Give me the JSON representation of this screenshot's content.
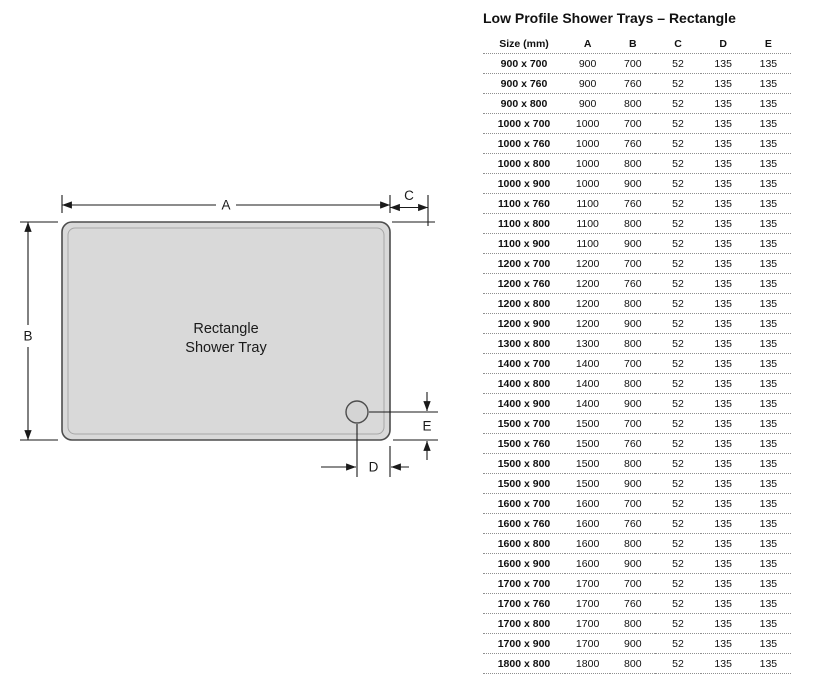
{
  "diagram": {
    "tray_label_line1": "Rectangle",
    "tray_label_line2": "Shower Tray",
    "dims": {
      "a": "A",
      "b": "B",
      "c": "C",
      "d": "D",
      "e": "E"
    }
  },
  "table": {
    "title": "Low Profile Shower Trays – Rectangle",
    "headers": [
      "Size (mm)",
      "A",
      "B",
      "C",
      "D",
      "E"
    ],
    "rows": [
      {
        "size": "900 x 700",
        "a": "900",
        "b": "700",
        "c": "52",
        "d": "135",
        "e": "135"
      },
      {
        "size": "900 x 760",
        "a": "900",
        "b": "760",
        "c": "52",
        "d": "135",
        "e": "135"
      },
      {
        "size": "900 x 800",
        "a": "900",
        "b": "800",
        "c": "52",
        "d": "135",
        "e": "135"
      },
      {
        "size": "1000 x 700",
        "a": "1000",
        "b": "700",
        "c": "52",
        "d": "135",
        "e": "135"
      },
      {
        "size": "1000 x 760",
        "a": "1000",
        "b": "760",
        "c": "52",
        "d": "135",
        "e": "135"
      },
      {
        "size": "1000 x 800",
        "a": "1000",
        "b": "800",
        "c": "52",
        "d": "135",
        "e": "135"
      },
      {
        "size": "1000 x 900",
        "a": "1000",
        "b": "900",
        "c": "52",
        "d": "135",
        "e": "135"
      },
      {
        "size": "1100 x 760",
        "a": "1100",
        "b": "760",
        "c": "52",
        "d": "135",
        "e": "135"
      },
      {
        "size": "1100 x 800",
        "a": "1100",
        "b": "800",
        "c": "52",
        "d": "135",
        "e": "135"
      },
      {
        "size": "1100 x 900",
        "a": "1100",
        "b": "900",
        "c": "52",
        "d": "135",
        "e": "135"
      },
      {
        "size": "1200 x 700",
        "a": "1200",
        "b": "700",
        "c": "52",
        "d": "135",
        "e": "135"
      },
      {
        "size": "1200 x 760",
        "a": "1200",
        "b": "760",
        "c": "52",
        "d": "135",
        "e": "135"
      },
      {
        "size": "1200 x 800",
        "a": "1200",
        "b": "800",
        "c": "52",
        "d": "135",
        "e": "135"
      },
      {
        "size": "1200 x 900",
        "a": "1200",
        "b": "900",
        "c": "52",
        "d": "135",
        "e": "135"
      },
      {
        "size": "1300 x 800",
        "a": "1300",
        "b": "800",
        "c": "52",
        "d": "135",
        "e": "135"
      },
      {
        "size": "1400 x 700",
        "a": "1400",
        "b": "700",
        "c": "52",
        "d": "135",
        "e": "135"
      },
      {
        "size": "1400 x 800",
        "a": "1400",
        "b": "800",
        "c": "52",
        "d": "135",
        "e": "135"
      },
      {
        "size": "1400 x 900",
        "a": "1400",
        "b": "900",
        "c": "52",
        "d": "135",
        "e": "135"
      },
      {
        "size": "1500 x 700",
        "a": "1500",
        "b": "700",
        "c": "52",
        "d": "135",
        "e": "135"
      },
      {
        "size": "1500 x 760",
        "a": "1500",
        "b": "760",
        "c": "52",
        "d": "135",
        "e": "135"
      },
      {
        "size": "1500 x 800",
        "a": "1500",
        "b": "800",
        "c": "52",
        "d": "135",
        "e": "135"
      },
      {
        "size": "1500 x 900",
        "a": "1500",
        "b": "900",
        "c": "52",
        "d": "135",
        "e": "135"
      },
      {
        "size": "1600 x 700",
        "a": "1600",
        "b": "700",
        "c": "52",
        "d": "135",
        "e": "135"
      },
      {
        "size": "1600 x 760",
        "a": "1600",
        "b": "760",
        "c": "52",
        "d": "135",
        "e": "135"
      },
      {
        "size": "1600 x 800",
        "a": "1600",
        "b": "800",
        "c": "52",
        "d": "135",
        "e": "135"
      },
      {
        "size": "1600 x 900",
        "a": "1600",
        "b": "900",
        "c": "52",
        "d": "135",
        "e": "135"
      },
      {
        "size": "1700 x 700",
        "a": "1700",
        "b": "700",
        "c": "52",
        "d": "135",
        "e": "135"
      },
      {
        "size": "1700 x 760",
        "a": "1700",
        "b": "760",
        "c": "52",
        "d": "135",
        "e": "135"
      },
      {
        "size": "1700 x 800",
        "a": "1700",
        "b": "800",
        "c": "52",
        "d": "135",
        "e": "135"
      },
      {
        "size": "1700 x 900",
        "a": "1700",
        "b": "900",
        "c": "52",
        "d": "135",
        "e": "135"
      },
      {
        "size": "1800 x 800",
        "a": "1800",
        "b": "800",
        "c": "52",
        "d": "135",
        "e": "135"
      }
    ]
  }
}
